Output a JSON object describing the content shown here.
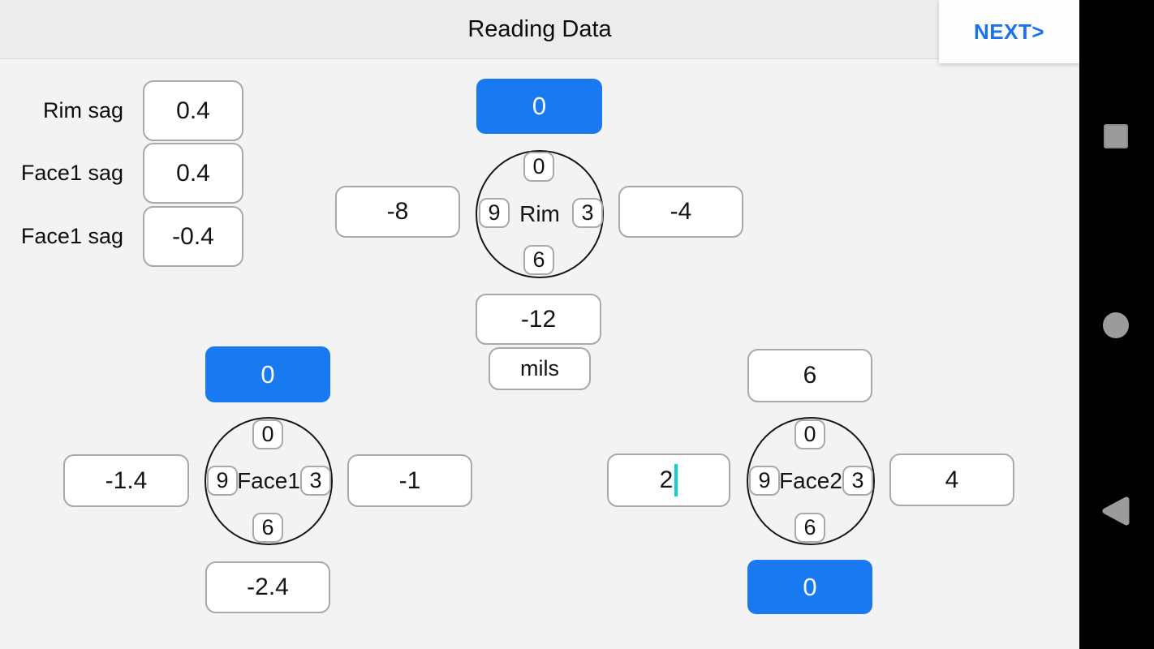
{
  "header": {
    "title": "Reading Data",
    "next_label": "NEXT>"
  },
  "sag_panel": {
    "rows": [
      {
        "label": "Rim sag",
        "value": "0.4"
      },
      {
        "label": "Face1 sag",
        "value": "0.4"
      },
      {
        "label": "Face1 sag",
        "value": "-0.4"
      }
    ]
  },
  "dials": {
    "rim": {
      "name": "Rim",
      "pos_top": "0",
      "pos_right": "3",
      "pos_bottom": "6",
      "pos_left": "9",
      "reading_top": "0",
      "reading_left": "-8",
      "reading_right": "-4",
      "reading_bottom": "-12"
    },
    "face1": {
      "name": "Face1",
      "pos_top": "0",
      "pos_right": "3",
      "pos_bottom": "6",
      "pos_left": "9",
      "reading_top": "0",
      "reading_left": "-1.4",
      "reading_right": "-1",
      "reading_bottom": "-2.4"
    },
    "face2": {
      "name": "Face2",
      "pos_top": "0",
      "pos_right": "3",
      "pos_bottom": "6",
      "pos_left": "9",
      "reading_top": "6",
      "reading_left": "2",
      "reading_right": "4",
      "reading_bottom": "0"
    }
  },
  "units": {
    "label": "mils"
  },
  "nav": {
    "icons": [
      "recents-square",
      "home-circle",
      "back-triangle"
    ]
  },
  "colors": {
    "accent_blue": "#1879f0",
    "next_blue": "#1a73e8",
    "caret_teal": "#15d0bd",
    "nav_icon_gray": "#9b9b9b",
    "topbar_gray": "#ececec",
    "page_bg": "#f3f3f3"
  }
}
